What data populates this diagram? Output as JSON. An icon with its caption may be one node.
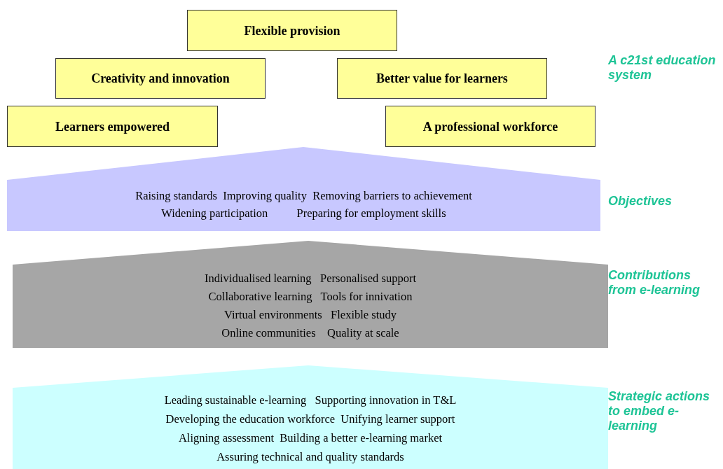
{
  "diagram": {
    "nodes": [
      {
        "text": [
          "Flexible provision"
        ]
      },
      {
        "text": [
          "Creativity and innovation"
        ]
      },
      {
        "text": [
          "Better value for learners"
        ]
      },
      {
        "text": [
          "Learners empowered"
        ]
      },
      {
        "text": [
          "A professional workforce"
        ]
      },
      {
        "text": [
          "Raising standards  Improving quality  Removing barriers to achievement",
          "Widening participation          Preparing for employment skills"
        ]
      },
      {
        "text": [
          "Individualised learning   Personalised support",
          "Collaborative learning   Tools for innivation",
          "Virtual environments   Flexible study",
          "Online communities    Quality at scale"
        ]
      },
      {
        "text": [
          "Leading sustainable e-learning   Supporting innovation in T&L",
          "Developing the education workforce  Unifying learner support",
          "Aligning assessment  Building a better e-learning market",
          "Assuring technical and quality standards"
        ]
      }
    ],
    "labels": [
      "A c21st education system",
      "Objectives",
      "Contributions from e-learning",
      "Strategic actions to embed e-learning"
    ]
  }
}
